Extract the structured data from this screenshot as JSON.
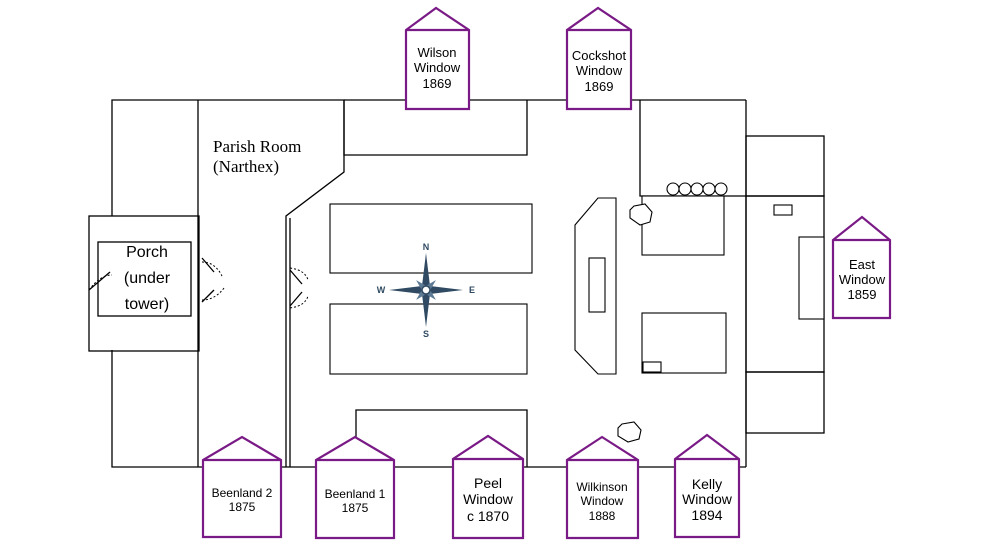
{
  "parish_room": {
    "line1": "Parish Room",
    "line2": "(Narthex)"
  },
  "porch": {
    "line1": "Porch",
    "line2": "(under",
    "line3": "tower)"
  },
  "compass": {
    "north": "N",
    "south": "S",
    "east": "E",
    "west": "W",
    "color": "#2f4a62"
  },
  "window_color": "#7a1a86",
  "windows": {
    "wilson": {
      "lines": [
        "Wilson",
        "Window",
        "1869"
      ]
    },
    "cockshot": {
      "lines": [
        "Cockshot",
        "Window",
        "1869"
      ]
    },
    "east": {
      "lines": [
        "East",
        "Window",
        "1859"
      ]
    },
    "beenland2": {
      "lines": [
        "Beenland 2",
        "1875"
      ]
    },
    "beenland1": {
      "lines": [
        "Beenland 1",
        "1875"
      ]
    },
    "peel": {
      "lines": [
        "Peel",
        "Window",
        "c 1870"
      ]
    },
    "wilkinson": {
      "lines": [
        "Wilkinson",
        "Window",
        "1888"
      ]
    },
    "kelly": {
      "lines": [
        "Kelly",
        "Window",
        "1894"
      ]
    }
  }
}
